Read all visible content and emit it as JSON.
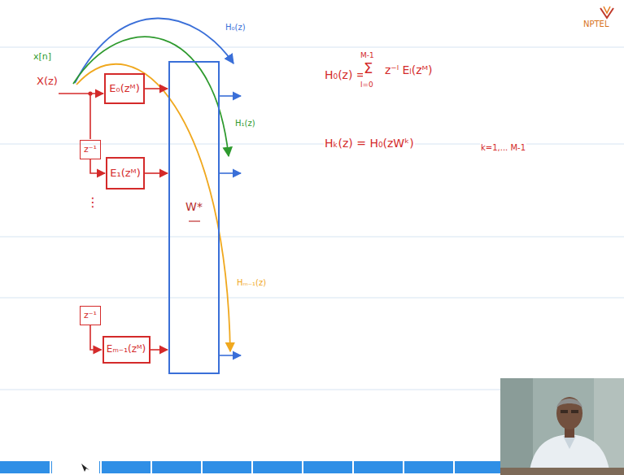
{
  "diagram": {
    "nodes": [
      {
        "text": [
          "E₀(zᴹ)"
        ]
      },
      {
        "text": [
          "z⁻¹"
        ]
      },
      {
        "text": [
          "E₁(zᴹ)"
        ]
      },
      {
        "text": [
          "z⁻¹"
        ]
      },
      {
        "text": [
          "Eₘ₋₁(zᴹ)"
        ]
      },
      {
        "text": [
          "W*"
        ]
      }
    ],
    "edges": [
      {
        "from": 1,
        "to": 2,
        "arrow": "to"
      },
      {
        "from": 3,
        "to": 4,
        "arrow": "to"
      },
      {
        "from": 0,
        "to": 5,
        "arrow": "to"
      },
      {
        "from": 2,
        "to": 5,
        "arrow": "to"
      },
      {
        "from": 4,
        "to": 5,
        "arrow": "to"
      }
    ],
    "labels": [
      "x[n]",
      "X(z)",
      "H₀(z)",
      "H₁(z)",
      "Hₘ₋₁(z)",
      "⋮",
      "H₀(z) =",
      "M-1",
      "Σ",
      "l=0",
      "z⁻ˡ Eₗ(zᴹ)",
      "Hₖ(z) = H₀(zWᵏ)",
      "k=1,... M-1",
      "NPTEL"
    ]
  }
}
